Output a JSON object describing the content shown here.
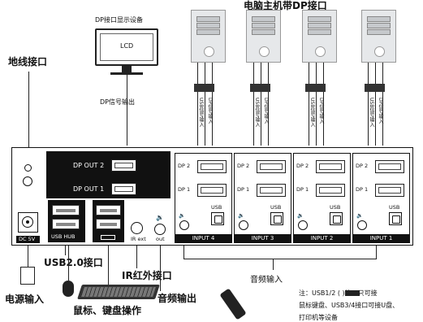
{
  "labels": {
    "dp_display_device": "DP接口显示设备",
    "lcd": "LCD",
    "pc_with_dp": "电脑主机带DP接口",
    "ground": "地线接口",
    "dp_signal_out": "DP信号输出",
    "usb20": "USB2.0接口",
    "ir_label": "IR红外接口",
    "power_input": "电源输入",
    "mouse_keyboard": "鼠标、键盘操作",
    "audio_out": "音频输出",
    "audio_in": "音频输入",
    "note_line1": "注：USB1/2 (     )接口只可接",
    "note_line2": "鼠标键盘、USB3/4接口可接U盘、",
    "note_line3": "打印机等设备",
    "cable_usb_in": "USB信号输入",
    "cable_dp_in": "DP信号输入"
  },
  "panel": {
    "dp_out_2": "DP OUT 2",
    "dp_out_1": "DP OUT 1",
    "usb_hub": "USB HUB",
    "ir_ext": "IR ext",
    "out": "out",
    "dc5v": "DC 5V",
    "dp2": "DP 2",
    "dp1": "DP 1",
    "usb": "USB",
    "inputs": [
      "INPUT 4",
      "INPUT 3",
      "INPUT 2",
      "INPUT 1"
    ]
  }
}
